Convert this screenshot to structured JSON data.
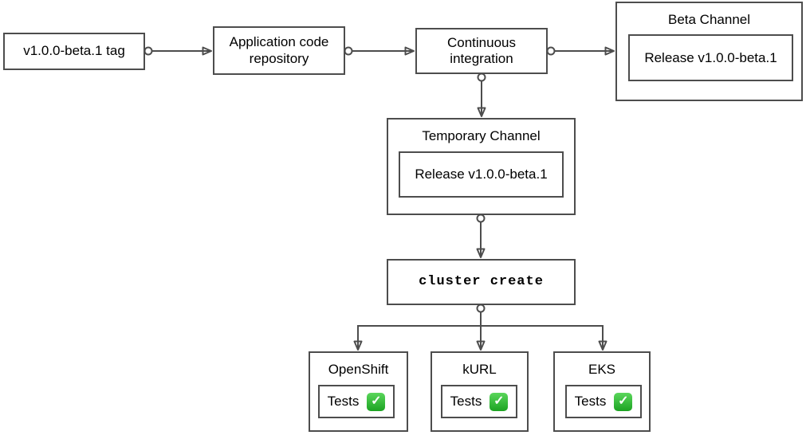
{
  "diagram": {
    "nodes": {
      "tag": {
        "label": "v1.0.0-beta.1 tag"
      },
      "repo": {
        "label": "Application code repository"
      },
      "ci": {
        "label": "Continuous integration"
      },
      "beta_channel": {
        "title": "Beta Channel",
        "release": "Release v1.0.0-beta.1"
      },
      "temp_channel": {
        "title": "Temporary Channel",
        "release": "Release v1.0.0-beta.1"
      },
      "cluster_create": {
        "label": "cluster create"
      },
      "targets": [
        {
          "title": "OpenShift",
          "tests_label": "Tests"
        },
        {
          "title": "kURL",
          "tests_label": "Tests"
        },
        {
          "title": "EKS",
          "tests_label": "Tests"
        }
      ]
    },
    "icons": {
      "check_mark_button": "✓"
    },
    "colors": {
      "stroke": "#4d4d4d",
      "text": "#000000",
      "background": "#ffffff",
      "check_green_top": "#5ad65b",
      "check_green_bottom": "#1ca322",
      "check_mark": "#ffffff"
    }
  }
}
